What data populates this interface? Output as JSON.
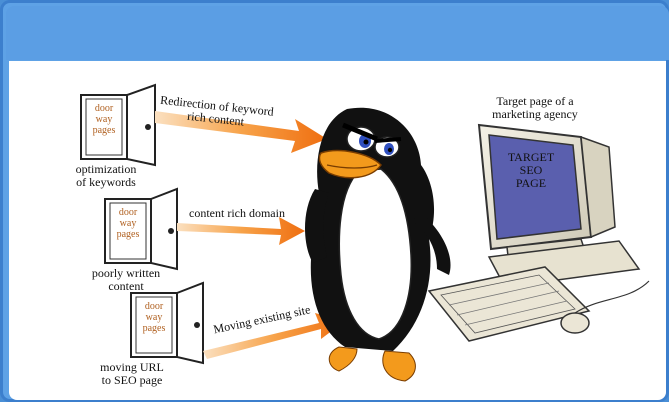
{
  "diagram": {
    "doors": [
      {
        "lines": [
          "door",
          "way",
          "pages"
        ],
        "caption": "optimization\nof keywords"
      },
      {
        "lines": [
          "door",
          "way",
          "pages"
        ],
        "caption": "poorly written\ncontent"
      },
      {
        "lines": [
          "door",
          "way",
          "pages"
        ],
        "caption": "moving URL\nto SEO page"
      }
    ],
    "arrows": [
      {
        "label": "Redirection of keyword\nrich content"
      },
      {
        "label": "content rich domain"
      },
      {
        "label": "Moving existing site"
      }
    ],
    "target_caption": "Target page of a\nmarketing agency",
    "screen_text": [
      "TARGET",
      "SEO",
      "PAGE"
    ],
    "colors": {
      "frame": "#5b9ee4",
      "arrow": "#f07818",
      "door_text": "#b06020",
      "screen": "#5a5fae",
      "penguin_beak": "#f39a1c"
    }
  }
}
